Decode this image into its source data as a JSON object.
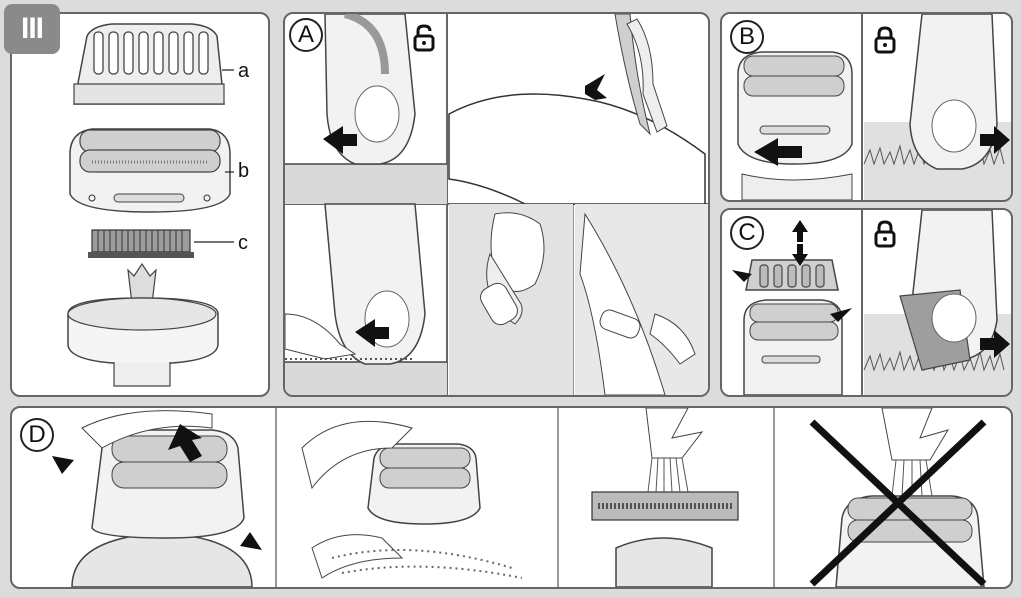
{
  "section_badge": "III",
  "parts": {
    "a": "a",
    "b": "b",
    "c": "c"
  },
  "panels": {
    "A": "A",
    "B": "B",
    "C": "C",
    "D": "D"
  },
  "icons": {
    "lock_open": "unlock-icon",
    "lock_closed": "lock-icon",
    "arrow": "arrow-icon",
    "cross": "cross-out-icon"
  },
  "colors": {
    "background": "#dcdcdc",
    "panel_border": "#666666",
    "badge": "#8a8a8a",
    "arrow": "#111111",
    "device_gray": "#bdbdbd"
  }
}
